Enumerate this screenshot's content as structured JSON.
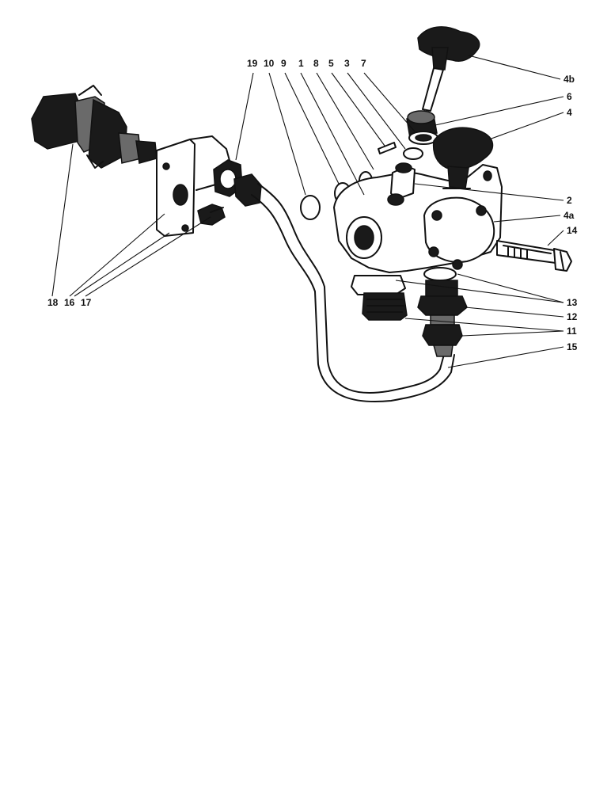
{
  "labels": {
    "p19": "19",
    "p10": "10",
    "p9": "9",
    "p1": "1",
    "p8": "8",
    "p5": "5",
    "p3": "3",
    "p7": "7",
    "p4b": "4b",
    "p6": "6",
    "p4": "4",
    "p2": "2",
    "p4a": "4a",
    "p14": "14",
    "p13": "13",
    "p12": "12",
    "p11": "11",
    "p15": "15",
    "p18": "18",
    "p16": "16",
    "p17": "17"
  },
  "colors": {
    "ink": "#111111",
    "background": "#ffffff"
  }
}
